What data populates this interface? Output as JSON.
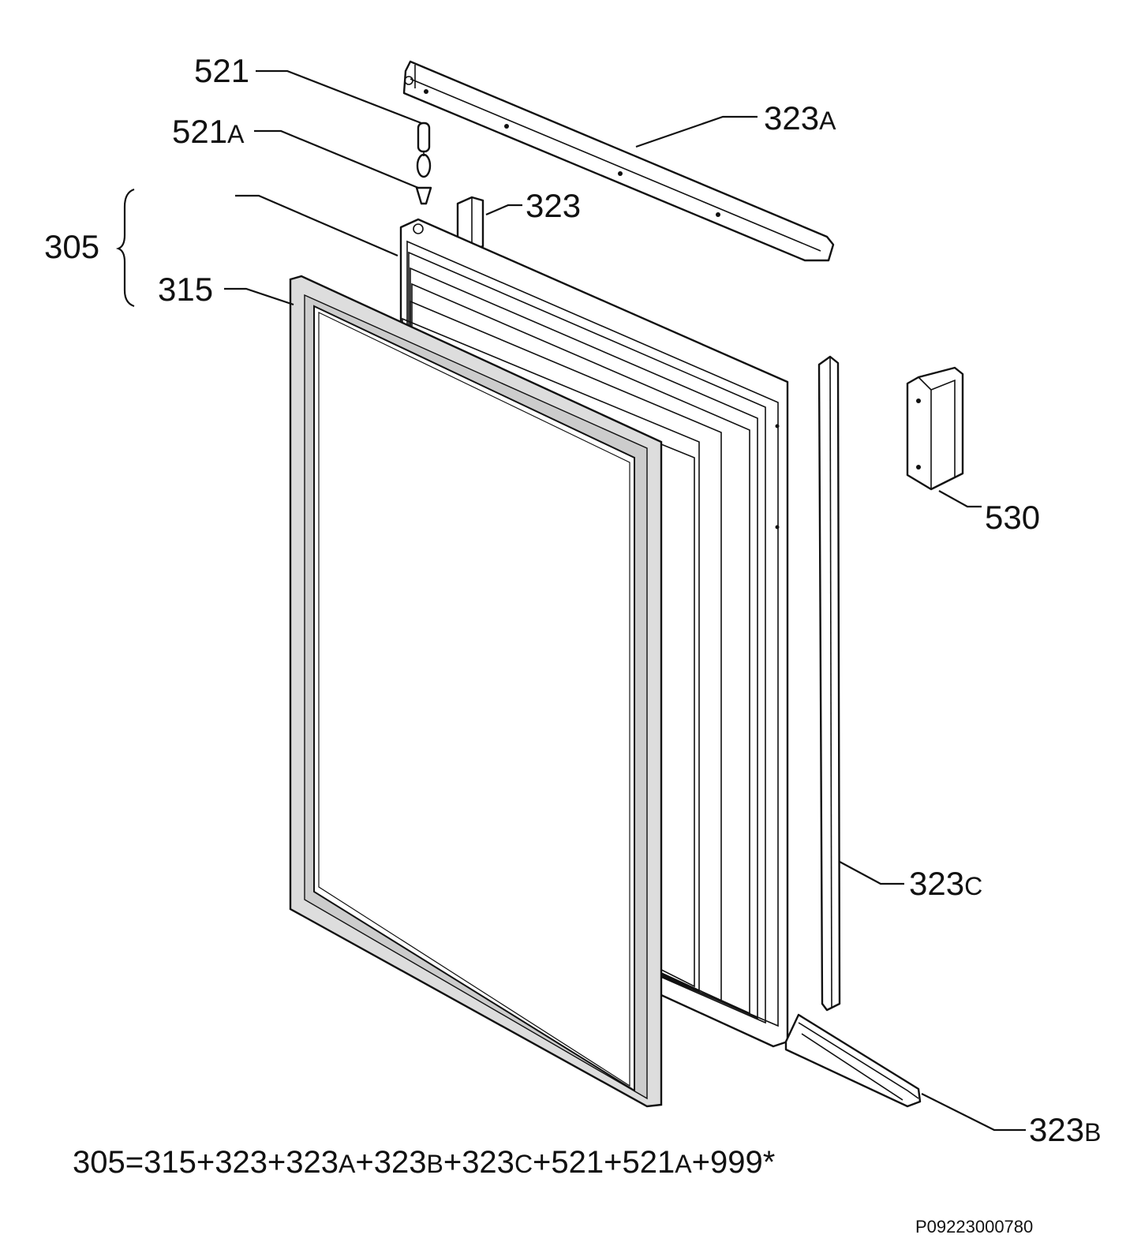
{
  "callouts": [
    {
      "id": "521",
      "num": "521",
      "suffix": ""
    },
    {
      "id": "521a",
      "num": "521",
      "suffix": "A"
    },
    {
      "id": "323a",
      "num": "323",
      "suffix": "A"
    },
    {
      "id": "323",
      "num": "323",
      "suffix": ""
    },
    {
      "id": "305",
      "num": "305",
      "suffix": ""
    },
    {
      "id": "315",
      "num": "315",
      "suffix": ""
    },
    {
      "id": "530",
      "num": "530",
      "suffix": ""
    },
    {
      "id": "323c",
      "num": "323",
      "suffix": "C"
    },
    {
      "id": "323b",
      "num": "323",
      "suffix": "B"
    }
  ],
  "formula": [
    {
      "text": "305=315+323+323",
      "small": false
    },
    {
      "text": "A",
      "small": true
    },
    {
      "text": "+323",
      "small": false
    },
    {
      "text": "B",
      "small": true
    },
    {
      "text": "+323",
      "small": false
    },
    {
      "text": "C",
      "small": true
    },
    {
      "text": "+521+521",
      "small": false
    },
    {
      "text": "A",
      "small": true
    },
    {
      "text": "+999*",
      "small": false
    }
  ],
  "drawing_code": "P09223000780"
}
